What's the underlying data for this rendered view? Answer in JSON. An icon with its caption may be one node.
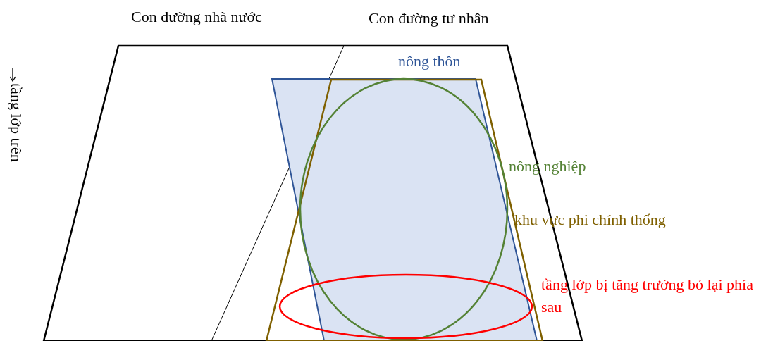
{
  "diagram": {
    "nodes": [
      {
        "text": [
          "Con đường nhà nước",
          "Con đường tư nhân"
        ]
      },
      {
        "text": [
          "nông thôn"
        ],
        "in": 0
      },
      {
        "text": [
          "khu vực phi chính thống"
        ],
        "in": 0
      },
      {
        "text": [
          "nông nghiệp"
        ],
        "in": 1
      },
      {
        "text": [
          "tầng lớp bị tăng trưởng bỏ lại phía sau"
        ],
        "in": 1
      }
    ],
    "edges": [],
    "labels": [
      "tầng lớp trên"
    ]
  }
}
